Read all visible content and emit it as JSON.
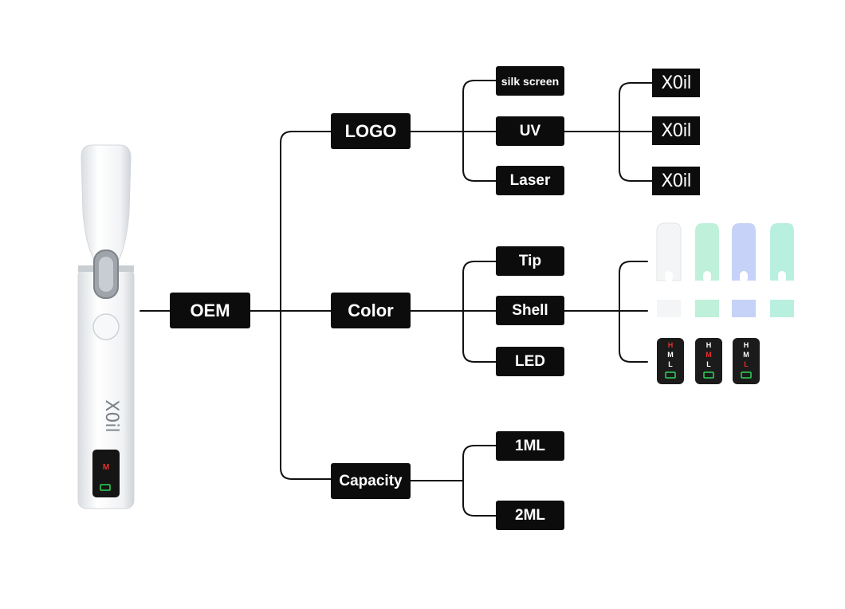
{
  "root": {
    "label": "OEM"
  },
  "branches": [
    {
      "label": "LOGO",
      "options": [
        "silk screen",
        "UV",
        "Laser"
      ]
    },
    {
      "label": "Color",
      "options": [
        "Tip",
        "Shell",
        "LED"
      ]
    },
    {
      "label": "Capacity",
      "options": [
        "1ML",
        "2ML"
      ]
    }
  ],
  "logo_samples": [
    "X0il",
    "X0il",
    "X0il"
  ],
  "device": {
    "brand_text": "X0il",
    "led_letter": "M"
  },
  "led_panels": [
    {
      "letters": [
        "H",
        "M",
        "L"
      ],
      "lit": "H"
    },
    {
      "letters": [
        "H",
        "M",
        "L"
      ],
      "lit": "M"
    },
    {
      "letters": [
        "H",
        "M",
        "L"
      ],
      "lit": "L"
    }
  ],
  "colors": {
    "box_fill": "#0c0c0c",
    "connector": "#111111",
    "tips": [
      "#f4f5f6",
      "#bff0d9",
      "#c6d2f7",
      "#b9efdf"
    ],
    "led_lit": "#e53030",
    "battery": "#2fd55a"
  }
}
